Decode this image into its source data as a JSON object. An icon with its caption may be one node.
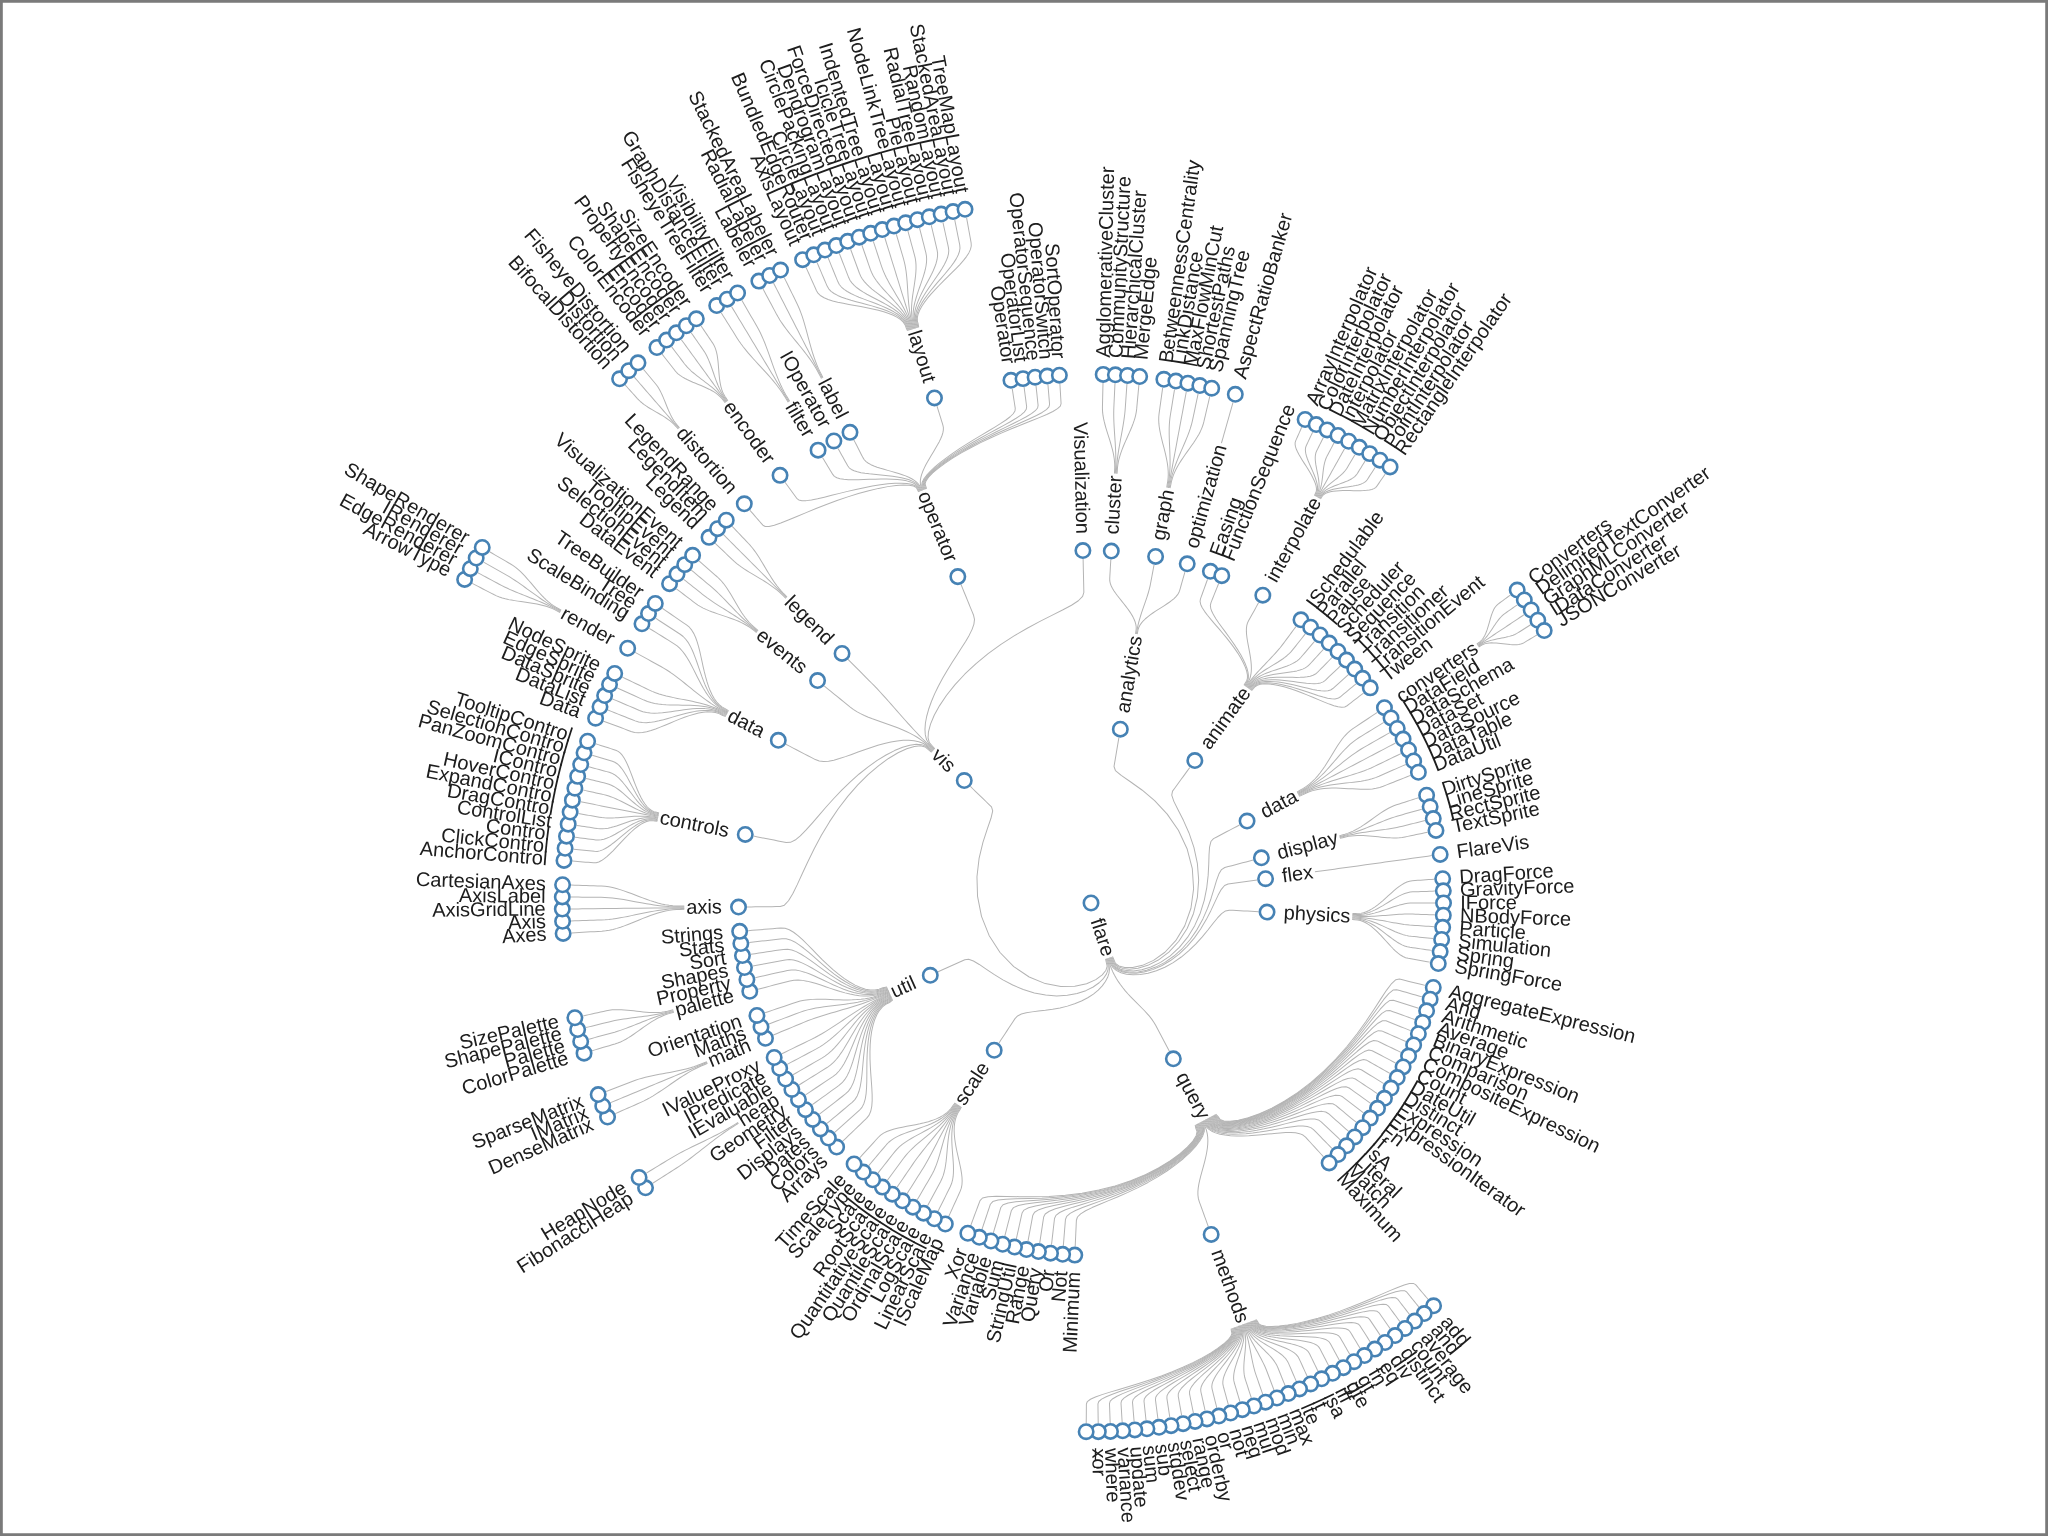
{
  "diagram": {
    "nodes": [
      {
        "text": [
          "flare"
        ]
      },
      {
        "text": [
          "analytics"
        ]
      },
      {
        "text": [
          "cluster"
        ]
      },
      {
        "text": [
          "AgglomerativeCluster"
        ]
      },
      {
        "text": [
          "CommunityStructure"
        ]
      },
      {
        "text": [
          "HierarchicalCluster"
        ]
      },
      {
        "text": [
          "MergeEdge"
        ]
      },
      {
        "text": [
          "graph"
        ]
      },
      {
        "text": [
          "BetweennessCentrality"
        ]
      },
      {
        "text": [
          "LinkDistance"
        ]
      },
      {
        "text": [
          "MaxFlowMinCut"
        ]
      },
      {
        "text": [
          "ShortestPaths"
        ]
      },
      {
        "text": [
          "SpanningTree"
        ]
      },
      {
        "text": [
          "optimization"
        ]
      },
      {
        "text": [
          "AspectRatioBanker"
        ]
      },
      {
        "text": [
          "animate"
        ]
      },
      {
        "text": [
          "Easing"
        ]
      },
      {
        "text": [
          "FunctionSequence"
        ]
      },
      {
        "text": [
          "interpolate"
        ]
      },
      {
        "text": [
          "ArrayInterpolator"
        ]
      },
      {
        "text": [
          "ColorInterpolator"
        ]
      },
      {
        "text": [
          "DateInterpolator"
        ]
      },
      {
        "text": [
          "Interpolator"
        ]
      },
      {
        "text": [
          "MatrixInterpolator"
        ]
      },
      {
        "text": [
          "NumberInterpolator"
        ]
      },
      {
        "text": [
          "ObjectInterpolator"
        ]
      },
      {
        "text": [
          "PointInterpolator"
        ]
      },
      {
        "text": [
          "RectangleInterpolator"
        ]
      },
      {
        "text": [
          "ISchedulable"
        ]
      },
      {
        "text": [
          "Parallel"
        ]
      },
      {
        "text": [
          "Pause"
        ]
      },
      {
        "text": [
          "Scheduler"
        ]
      },
      {
        "text": [
          "Sequence"
        ]
      },
      {
        "text": [
          "Transition"
        ]
      },
      {
        "text": [
          "Transitioner"
        ]
      },
      {
        "text": [
          "TransitionEvent"
        ]
      },
      {
        "text": [
          "Tween"
        ]
      },
      {
        "text": [
          "data"
        ]
      },
      {
        "text": [
          "converters"
        ]
      },
      {
        "text": [
          "Converters"
        ]
      },
      {
        "text": [
          "DelimitedTextConverter"
        ]
      },
      {
        "text": [
          "GraphMLConverter"
        ]
      },
      {
        "text": [
          "IDataConverter"
        ]
      },
      {
        "text": [
          "JSONConverter"
        ]
      },
      {
        "text": [
          "DataField"
        ]
      },
      {
        "text": [
          "DataSchema"
        ]
      },
      {
        "text": [
          "DataSet"
        ]
      },
      {
        "text": [
          "DataSource"
        ]
      },
      {
        "text": [
          "DataTable"
        ]
      },
      {
        "text": [
          "DataUtil"
        ]
      },
      {
        "text": [
          "display"
        ]
      },
      {
        "text": [
          "DirtySprite"
        ]
      },
      {
        "text": [
          "LineSprite"
        ]
      },
      {
        "text": [
          "RectSprite"
        ]
      },
      {
        "text": [
          "TextSprite"
        ]
      },
      {
        "text": [
          "flex"
        ]
      },
      {
        "text": [
          "FlareVis"
        ]
      },
      {
        "text": [
          "physics"
        ]
      },
      {
        "text": [
          "DragForce"
        ]
      },
      {
        "text": [
          "GravityForce"
        ]
      },
      {
        "text": [
          "IForce"
        ]
      },
      {
        "text": [
          "NBodyForce"
        ]
      },
      {
        "text": [
          "Particle"
        ]
      },
      {
        "text": [
          "Simulation"
        ]
      },
      {
        "text": [
          "Spring"
        ]
      },
      {
        "text": [
          "SpringForce"
        ]
      },
      {
        "text": [
          "query"
        ]
      },
      {
        "text": [
          "AggregateExpression"
        ]
      },
      {
        "text": [
          "And"
        ]
      },
      {
        "text": [
          "Arithmetic"
        ]
      },
      {
        "text": [
          "Average"
        ]
      },
      {
        "text": [
          "BinaryExpression"
        ]
      },
      {
        "text": [
          "Comparison"
        ]
      },
      {
        "text": [
          "CompositeExpression"
        ]
      },
      {
        "text": [
          "Count"
        ]
      },
      {
        "text": [
          "DateUtil"
        ]
      },
      {
        "text": [
          "Distinct"
        ]
      },
      {
        "text": [
          "Expression"
        ]
      },
      {
        "text": [
          "ExpressionIterator"
        ]
      },
      {
        "text": [
          "Fn"
        ]
      },
      {
        "text": [
          "If"
        ]
      },
      {
        "text": [
          "IsA"
        ]
      },
      {
        "text": [
          "Literal"
        ]
      },
      {
        "text": [
          "Match"
        ]
      },
      {
        "text": [
          "Maximum"
        ]
      },
      {
        "text": [
          "methods"
        ]
      },
      {
        "text": [
          "add"
        ]
      },
      {
        "text": [
          "and"
        ]
      },
      {
        "text": [
          "average"
        ]
      },
      {
        "text": [
          "count"
        ]
      },
      {
        "text": [
          "distinct"
        ]
      },
      {
        "text": [
          "div"
        ]
      },
      {
        "text": [
          "eq"
        ]
      },
      {
        "text": [
          "fn"
        ]
      },
      {
        "text": [
          "gt"
        ]
      },
      {
        "text": [
          "gte"
        ]
      },
      {
        "text": [
          "iff"
        ]
      },
      {
        "text": [
          "isa"
        ]
      },
      {
        "text": [
          "lt"
        ]
      },
      {
        "text": [
          "lte"
        ]
      },
      {
        "text": [
          "max"
        ]
      },
      {
        "text": [
          "min"
        ]
      },
      {
        "text": [
          "mod"
        ]
      },
      {
        "text": [
          "mul"
        ]
      },
      {
        "text": [
          "neq"
        ]
      },
      {
        "text": [
          "not"
        ]
      },
      {
        "text": [
          "or"
        ]
      },
      {
        "text": [
          "orderby"
        ]
      },
      {
        "text": [
          "range"
        ]
      },
      {
        "text": [
          "select"
        ]
      },
      {
        "text": [
          "stddev"
        ]
      },
      {
        "text": [
          "sub"
        ]
      },
      {
        "text": [
          "sum"
        ]
      },
      {
        "text": [
          "update"
        ]
      },
      {
        "text": [
          "variance"
        ]
      },
      {
        "text": [
          "where"
        ]
      },
      {
        "text": [
          "xor"
        ]
      },
      {
        "text": [
          "_"
        ]
      },
      {
        "text": [
          "Minimum"
        ]
      },
      {
        "text": [
          "Not"
        ]
      },
      {
        "text": [
          "Or"
        ]
      },
      {
        "text": [
          "Query"
        ]
      },
      {
        "text": [
          "Range"
        ]
      },
      {
        "text": [
          "StringUtil"
        ]
      },
      {
        "text": [
          "Sum"
        ]
      },
      {
        "text": [
          "Variable"
        ]
      },
      {
        "text": [
          "Variance"
        ]
      },
      {
        "text": [
          "Xor"
        ]
      },
      {
        "text": [
          "scale"
        ]
      },
      {
        "text": [
          "IScaleMap"
        ]
      },
      {
        "text": [
          "LinearScale"
        ]
      },
      {
        "text": [
          "LogScale"
        ]
      },
      {
        "text": [
          "OrdinalScale"
        ]
      },
      {
        "text": [
          "QuantileScale"
        ]
      },
      {
        "text": [
          "QuantitativeScale"
        ]
      },
      {
        "text": [
          "RootScale"
        ]
      },
      {
        "text": [
          "Scale"
        ]
      },
      {
        "text": [
          "ScaleType"
        ]
      },
      {
        "text": [
          "TimeScale"
        ]
      },
      {
        "text": [
          "util"
        ]
      },
      {
        "text": [
          "Arrays"
        ]
      },
      {
        "text": [
          "Colors"
        ]
      },
      {
        "text": [
          "Dates"
        ]
      },
      {
        "text": [
          "Displays"
        ]
      },
      {
        "text": [
          "Filter"
        ]
      },
      {
        "text": [
          "Geometry"
        ]
      },
      {
        "text": [
          "heap"
        ]
      },
      {
        "text": [
          "FibonacciHeap"
        ]
      },
      {
        "text": [
          "HeapNode"
        ]
      },
      {
        "text": [
          "IEvaluable"
        ]
      },
      {
        "text": [
          "IPredicate"
        ]
      },
      {
        "text": [
          "IValueProxy"
        ]
      },
      {
        "text": [
          "math"
        ]
      },
      {
        "text": [
          "DenseMatrix"
        ]
      },
      {
        "text": [
          "IMatrix"
        ]
      },
      {
        "text": [
          "SparseMatrix"
        ]
      },
      {
        "text": [
          "Maths"
        ]
      },
      {
        "text": [
          "Orientation"
        ]
      },
      {
        "text": [
          "palette"
        ]
      },
      {
        "text": [
          "ColorPalette"
        ]
      },
      {
        "text": [
          "Palette"
        ]
      },
      {
        "text": [
          "ShapePalette"
        ]
      },
      {
        "text": [
          "SizePalette"
        ]
      },
      {
        "text": [
          "Property"
        ]
      },
      {
        "text": [
          "Shapes"
        ]
      },
      {
        "text": [
          "Sort"
        ]
      },
      {
        "text": [
          "Stats"
        ]
      },
      {
        "text": [
          "Strings"
        ]
      },
      {
        "text": [
          "vis"
        ]
      },
      {
        "text": [
          "axis"
        ]
      },
      {
        "text": [
          "Axes"
        ]
      },
      {
        "text": [
          "Axis"
        ]
      },
      {
        "text": [
          "AxisGridLine"
        ]
      },
      {
        "text": [
          "AxisLabel"
        ]
      },
      {
        "text": [
          "CartesianAxes"
        ]
      },
      {
        "text": [
          "controls"
        ]
      },
      {
        "text": [
          "AnchorControl"
        ]
      },
      {
        "text": [
          "ClickControl"
        ]
      },
      {
        "text": [
          "Control"
        ]
      },
      {
        "text": [
          "ControlList"
        ]
      },
      {
        "text": [
          "DragControl"
        ]
      },
      {
        "text": [
          "ExpandControl"
        ]
      },
      {
        "text": [
          "HoverControl"
        ]
      },
      {
        "text": [
          "IControl"
        ]
      },
      {
        "text": [
          "PanZoomControl"
        ]
      },
      {
        "text": [
          "SelectionControl"
        ]
      },
      {
        "text": [
          "TooltipControl"
        ]
      },
      {
        "text": [
          "data"
        ]
      },
      {
        "text": [
          "Data"
        ]
      },
      {
        "text": [
          "DataList"
        ]
      },
      {
        "text": [
          "DataSprite"
        ]
      },
      {
        "text": [
          "EdgeSprite"
        ]
      },
      {
        "text": [
          "NodeSprite"
        ]
      },
      {
        "text": [
          "render"
        ]
      },
      {
        "text": [
          "ArrowType"
        ]
      },
      {
        "text": [
          "EdgeRenderer"
        ]
      },
      {
        "text": [
          "IRenderer"
        ]
      },
      {
        "text": [
          "ShapeRenderer"
        ]
      },
      {
        "text": [
          "ScaleBinding"
        ]
      },
      {
        "text": [
          "Tree"
        ]
      },
      {
        "text": [
          "TreeBuilder"
        ]
      },
      {
        "text": [
          "events"
        ]
      },
      {
        "text": [
          "DataEvent"
        ]
      },
      {
        "text": [
          "SelectionEvent"
        ]
      },
      {
        "text": [
          "TooltipEvent"
        ]
      },
      {
        "text": [
          "VisualizationEvent"
        ]
      },
      {
        "text": [
          "legend"
        ]
      },
      {
        "text": [
          "Legend"
        ]
      },
      {
        "text": [
          "LegendItem"
        ]
      },
      {
        "text": [
          "LegendRange"
        ]
      },
      {
        "text": [
          "operator"
        ]
      },
      {
        "text": [
          "distortion"
        ]
      },
      {
        "text": [
          "BifocalDistortion"
        ]
      },
      {
        "text": [
          "Distortion"
        ]
      },
      {
        "text": [
          "FisheyeDistortion"
        ]
      },
      {
        "text": [
          "encoder"
        ]
      },
      {
        "text": [
          "ColorEncoder"
        ]
      },
      {
        "text": [
          "Encoder"
        ]
      },
      {
        "text": [
          "PropertyEncoder"
        ]
      },
      {
        "text": [
          "ShapeEncoder"
        ]
      },
      {
        "text": [
          "SizeEncoder"
        ]
      },
      {
        "text": [
          "filter"
        ]
      },
      {
        "text": [
          "FisheyeTreeFilter"
        ]
      },
      {
        "text": [
          "GraphDistanceFilter"
        ]
      },
      {
        "text": [
          "VisibilityFilter"
        ]
      },
      {
        "text": [
          "IOperator"
        ]
      },
      {
        "text": [
          "label"
        ]
      },
      {
        "text": [
          "Labeler"
        ]
      },
      {
        "text": [
          "RadialLabeler"
        ]
      },
      {
        "text": [
          "StackedAreaLabeler"
        ]
      },
      {
        "text": [
          "layout"
        ]
      },
      {
        "text": [
          "AxisLayout"
        ]
      },
      {
        "text": [
          "BundledEdgeRouter"
        ]
      },
      {
        "text": [
          "CircleLayout"
        ]
      },
      {
        "text": [
          "CirclePackingLayout"
        ]
      },
      {
        "text": [
          "DendrogramLayout"
        ]
      },
      {
        "text": [
          "ForceDirectedLayout"
        ]
      },
      {
        "text": [
          "IcicleTreeLayout"
        ]
      },
      {
        "text": [
          "IndentedTreeLayout"
        ]
      },
      {
        "text": [
          "Layout"
        ]
      },
      {
        "text": [
          "NodeLinkTreeLayout"
        ]
      },
      {
        "text": [
          "PieLayout"
        ]
      },
      {
        "text": [
          "RadialTreeLayout"
        ]
      },
      {
        "text": [
          "RandomLayout"
        ]
      },
      {
        "text": [
          "StackedAreaLayout"
        ]
      },
      {
        "text": [
          "TreeMapLayout"
        ]
      },
      {
        "text": [
          "Operator"
        ]
      },
      {
        "text": [
          "OperatorList"
        ]
      },
      {
        "text": [
          "OperatorSequence"
        ]
      },
      {
        "text": [
          "OperatorSwitch"
        ]
      },
      {
        "text": [
          "SortOperator"
        ]
      },
      {
        "text": [
          "Visualization"
        ]
      }
    ],
    "edges": [
      {
        "from": 0,
        "to": 1,
        "arrow": "none"
      },
      {
        "from": 1,
        "to": 2,
        "arrow": "none"
      },
      {
        "from": 2,
        "to": 3,
        "arrow": "none"
      },
      {
        "from": 2,
        "to": 4,
        "arrow": "none"
      },
      {
        "from": 2,
        "to": 5,
        "arrow": "none"
      },
      {
        "from": 2,
        "to": 6,
        "arrow": "none"
      },
      {
        "from": 1,
        "to": 7,
        "arrow": "none"
      },
      {
        "from": 7,
        "to": 8,
        "arrow": "none"
      },
      {
        "from": 7,
        "to": 9,
        "arrow": "none"
      },
      {
        "from": 7,
        "to": 10,
        "arrow": "none"
      },
      {
        "from": 7,
        "to": 11,
        "arrow": "none"
      },
      {
        "from": 7,
        "to": 12,
        "arrow": "none"
      },
      {
        "from": 1,
        "to": 13,
        "arrow": "none"
      },
      {
        "from": 13,
        "to": 14,
        "arrow": "none"
      },
      {
        "from": 0,
        "to": 15,
        "arrow": "none"
      },
      {
        "from": 15,
        "to": 16,
        "arrow": "none"
      },
      {
        "from": 15,
        "to": 17,
        "arrow": "none"
      },
      {
        "from": 15,
        "to": 18,
        "arrow": "none"
      },
      {
        "from": 18,
        "to": 19,
        "arrow": "none"
      },
      {
        "from": 18,
        "to": 20,
        "arrow": "none"
      },
      {
        "from": 18,
        "to": 21,
        "arrow": "none"
      },
      {
        "from": 18,
        "to": 22,
        "arrow": "none"
      },
      {
        "from": 18,
        "to": 23,
        "arrow": "none"
      },
      {
        "from": 18,
        "to": 24,
        "arrow": "none"
      },
      {
        "from": 18,
        "to": 25,
        "arrow": "none"
      },
      {
        "from": 18,
        "to": 26,
        "arrow": "none"
      },
      {
        "from": 18,
        "to": 27,
        "arrow": "none"
      },
      {
        "from": 15,
        "to": 28,
        "arrow": "none"
      },
      {
        "from": 15,
        "to": 29,
        "arrow": "none"
      },
      {
        "from": 15,
        "to": 30,
        "arrow": "none"
      },
      {
        "from": 15,
        "to": 31,
        "arrow": "none"
      },
      {
        "from": 15,
        "to": 32,
        "arrow": "none"
      },
      {
        "from": 15,
        "to": 33,
        "arrow": "none"
      },
      {
        "from": 15,
        "to": 34,
        "arrow": "none"
      },
      {
        "from": 15,
        "to": 35,
        "arrow": "none"
      },
      {
        "from": 15,
        "to": 36,
        "arrow": "none"
      },
      {
        "from": 0,
        "to": 37,
        "arrow": "none"
      },
      {
        "from": 37,
        "to": 38,
        "arrow": "none"
      },
      {
        "from": 38,
        "to": 39,
        "arrow": "none"
      },
      {
        "from": 38,
        "to": 40,
        "arrow": "none"
      },
      {
        "from": 38,
        "to": 41,
        "arrow": "none"
      },
      {
        "from": 38,
        "to": 42,
        "arrow": "none"
      },
      {
        "from": 38,
        "to": 43,
        "arrow": "none"
      },
      {
        "from": 37,
        "to": 44,
        "arrow": "none"
      },
      {
        "from": 37,
        "to": 45,
        "arrow": "none"
      },
      {
        "from": 37,
        "to": 46,
        "arrow": "none"
      },
      {
        "from": 37,
        "to": 47,
        "arrow": "none"
      },
      {
        "from": 37,
        "to": 48,
        "arrow": "none"
      },
      {
        "from": 37,
        "to": 49,
        "arrow": "none"
      },
      {
        "from": 0,
        "to": 50,
        "arrow": "none"
      },
      {
        "from": 50,
        "to": 51,
        "arrow": "none"
      },
      {
        "from": 50,
        "to": 52,
        "arrow": "none"
      },
      {
        "from": 50,
        "to": 53,
        "arrow": "none"
      },
      {
        "from": 50,
        "to": 54,
        "arrow": "none"
      },
      {
        "from": 0,
        "to": 55,
        "arrow": "none"
      },
      {
        "from": 55,
        "to": 56,
        "arrow": "none"
      },
      {
        "from": 0,
        "to": 57,
        "arrow": "none"
      },
      {
        "from": 57,
        "to": 58,
        "arrow": "none"
      },
      {
        "from": 57,
        "to": 59,
        "arrow": "none"
      },
      {
        "from": 57,
        "to": 60,
        "arrow": "none"
      },
      {
        "from": 57,
        "to": 61,
        "arrow": "none"
      },
      {
        "from": 57,
        "to": 62,
        "arrow": "none"
      },
      {
        "from": 57,
        "to": 63,
        "arrow": "none"
      },
      {
        "from": 57,
        "to": 64,
        "arrow": "none"
      },
      {
        "from": 57,
        "to": 65,
        "arrow": "none"
      },
      {
        "from": 0,
        "to": 66,
        "arrow": "none"
      },
      {
        "from": 66,
        "to": 67,
        "arrow": "none"
      },
      {
        "from": 66,
        "to": 68,
        "arrow": "none"
      },
      {
        "from": 66,
        "to": 69,
        "arrow": "none"
      },
      {
        "from": 66,
        "to": 70,
        "arrow": "none"
      },
      {
        "from": 66,
        "to": 71,
        "arrow": "none"
      },
      {
        "from": 66,
        "to": 72,
        "arrow": "none"
      },
      {
        "from": 66,
        "to": 73,
        "arrow": "none"
      },
      {
        "from": 66,
        "to": 74,
        "arrow": "none"
      },
      {
        "from": 66,
        "to": 75,
        "arrow": "none"
      },
      {
        "from": 66,
        "to": 76,
        "arrow": "none"
      },
      {
        "from": 66,
        "to": 77,
        "arrow": "none"
      },
      {
        "from": 66,
        "to": 78,
        "arrow": "none"
      },
      {
        "from": 66,
        "to": 79,
        "arrow": "none"
      },
      {
        "from": 66,
        "to": 80,
        "arrow": "none"
      },
      {
        "from": 66,
        "to": 81,
        "arrow": "none"
      },
      {
        "from": 66,
        "to": 82,
        "arrow": "none"
      },
      {
        "from": 66,
        "to": 83,
        "arrow": "none"
      },
      {
        "from": 66,
        "to": 84,
        "arrow": "none"
      },
      {
        "from": 66,
        "to": 85,
        "arrow": "none"
      },
      {
        "from": 85,
        "to": 86,
        "arrow": "none"
      },
      {
        "from": 85,
        "to": 87,
        "arrow": "none"
      },
      {
        "from": 85,
        "to": 88,
        "arrow": "none"
      },
      {
        "from": 85,
        "to": 89,
        "arrow": "none"
      },
      {
        "from": 85,
        "to": 90,
        "arrow": "none"
      },
      {
        "from": 85,
        "to": 91,
        "arrow": "none"
      },
      {
        "from": 85,
        "to": 92,
        "arrow": "none"
      },
      {
        "from": 85,
        "to": 93,
        "arrow": "none"
      },
      {
        "from": 85,
        "to": 94,
        "arrow": "none"
      },
      {
        "from": 85,
        "to": 95,
        "arrow": "none"
      },
      {
        "from": 85,
        "to": 96,
        "arrow": "none"
      },
      {
        "from": 85,
        "to": 97,
        "arrow": "none"
      },
      {
        "from": 85,
        "to": 98,
        "arrow": "none"
      },
      {
        "from": 85,
        "to": 99,
        "arrow": "none"
      },
      {
        "from": 85,
        "to": 100,
        "arrow": "none"
      },
      {
        "from": 85,
        "to": 101,
        "arrow": "none"
      },
      {
        "from": 85,
        "to": 102,
        "arrow": "none"
      },
      {
        "from": 85,
        "to": 103,
        "arrow": "none"
      },
      {
        "from": 85,
        "to": 104,
        "arrow": "none"
      },
      {
        "from": 85,
        "to": 105,
        "arrow": "none"
      },
      {
        "from": 85,
        "to": 106,
        "arrow": "none"
      },
      {
        "from": 85,
        "to": 107,
        "arrow": "none"
      },
      {
        "from": 85,
        "to": 108,
        "arrow": "none"
      },
      {
        "from": 85,
        "to": 109,
        "arrow": "none"
      },
      {
        "from": 85,
        "to": 110,
        "arrow": "none"
      },
      {
        "from": 85,
        "to": 111,
        "arrow": "none"
      },
      {
        "from": 85,
        "to": 112,
        "arrow": "none"
      },
      {
        "from": 85,
        "to": 113,
        "arrow": "none"
      },
      {
        "from": 85,
        "to": 114,
        "arrow": "none"
      },
      {
        "from": 85,
        "to": 115,
        "arrow": "none"
      },
      {
        "from": 85,
        "to": 116,
        "arrow": "none"
      },
      {
        "from": 85,
        "to": 117,
        "arrow": "none"
      },
      {
        "from": 66,
        "to": 118,
        "arrow": "none"
      },
      {
        "from": 66,
        "to": 119,
        "arrow": "none"
      },
      {
        "from": 66,
        "to": 120,
        "arrow": "none"
      },
      {
        "from": 66,
        "to": 121,
        "arrow": "none"
      },
      {
        "from": 66,
        "to": 122,
        "arrow": "none"
      },
      {
        "from": 66,
        "to": 123,
        "arrow": "none"
      },
      {
        "from": 66,
        "to": 124,
        "arrow": "none"
      },
      {
        "from": 66,
        "to": 125,
        "arrow": "none"
      },
      {
        "from": 66,
        "to": 126,
        "arrow": "none"
      },
      {
        "from": 66,
        "to": 127,
        "arrow": "none"
      },
      {
        "from": 0,
        "to": 128,
        "arrow": "none"
      },
      {
        "from": 128,
        "to": 129,
        "arrow": "none"
      },
      {
        "from": 128,
        "to": 130,
        "arrow": "none"
      },
      {
        "from": 128,
        "to": 131,
        "arrow": "none"
      },
      {
        "from": 128,
        "to": 132,
        "arrow": "none"
      },
      {
        "from": 128,
        "to": 133,
        "arrow": "none"
      },
      {
        "from": 128,
        "to": 134,
        "arrow": "none"
      },
      {
        "from": 128,
        "to": 135,
        "arrow": "none"
      },
      {
        "from": 128,
        "to": 136,
        "arrow": "none"
      },
      {
        "from": 128,
        "to": 137,
        "arrow": "none"
      },
      {
        "from": 128,
        "to": 138,
        "arrow": "none"
      },
      {
        "from": 0,
        "to": 139,
        "arrow": "none"
      },
      {
        "from": 139,
        "to": 140,
        "arrow": "none"
      },
      {
        "from": 139,
        "to": 141,
        "arrow": "none"
      },
      {
        "from": 139,
        "to": 142,
        "arrow": "none"
      },
      {
        "from": 139,
        "to": 143,
        "arrow": "none"
      },
      {
        "from": 139,
        "to": 144,
        "arrow": "none"
      },
      {
        "from": 139,
        "to": 145,
        "arrow": "none"
      },
      {
        "from": 139,
        "to": 146,
        "arrow": "none"
      },
      {
        "from": 146,
        "to": 147,
        "arrow": "none"
      },
      {
        "from": 146,
        "to": 148,
        "arrow": "none"
      },
      {
        "from": 139,
        "to": 149,
        "arrow": "none"
      },
      {
        "from": 139,
        "to": 150,
        "arrow": "none"
      },
      {
        "from": 139,
        "to": 151,
        "arrow": "none"
      },
      {
        "from": 139,
        "to": 152,
        "arrow": "none"
      },
      {
        "from": 152,
        "to": 153,
        "arrow": "none"
      },
      {
        "from": 152,
        "to": 154,
        "arrow": "none"
      },
      {
        "from": 152,
        "to": 155,
        "arrow": "none"
      },
      {
        "from": 139,
        "to": 156,
        "arrow": "none"
      },
      {
        "from": 139,
        "to": 157,
        "arrow": "none"
      },
      {
        "from": 139,
        "to": 158,
        "arrow": "none"
      },
      {
        "from": 158,
        "to": 159,
        "arrow": "none"
      },
      {
        "from": 158,
        "to": 160,
        "arrow": "none"
      },
      {
        "from": 158,
        "to": 161,
        "arrow": "none"
      },
      {
        "from": 158,
        "to": 162,
        "arrow": "none"
      },
      {
        "from": 139,
        "to": 163,
        "arrow": "none"
      },
      {
        "from": 139,
        "to": 164,
        "arrow": "none"
      },
      {
        "from": 139,
        "to": 165,
        "arrow": "none"
      },
      {
        "from": 139,
        "to": 166,
        "arrow": "none"
      },
      {
        "from": 139,
        "to": 167,
        "arrow": "none"
      },
      {
        "from": 0,
        "to": 168,
        "arrow": "none"
      },
      {
        "from": 168,
        "to": 169,
        "arrow": "none"
      },
      {
        "from": 169,
        "to": 170,
        "arrow": "none"
      },
      {
        "from": 169,
        "to": 171,
        "arrow": "none"
      },
      {
        "from": 169,
        "to": 172,
        "arrow": "none"
      },
      {
        "from": 169,
        "to": 173,
        "arrow": "none"
      },
      {
        "from": 169,
        "to": 174,
        "arrow": "none"
      },
      {
        "from": 168,
        "to": 175,
        "arrow": "none"
      },
      {
        "from": 175,
        "to": 176,
        "arrow": "none"
      },
      {
        "from": 175,
        "to": 177,
        "arrow": "none"
      },
      {
        "from": 175,
        "to": 178,
        "arrow": "none"
      },
      {
        "from": 175,
        "to": 179,
        "arrow": "none"
      },
      {
        "from": 175,
        "to": 180,
        "arrow": "none"
      },
      {
        "from": 175,
        "to": 181,
        "arrow": "none"
      },
      {
        "from": 175,
        "to": 182,
        "arrow": "none"
      },
      {
        "from": 175,
        "to": 183,
        "arrow": "none"
      },
      {
        "from": 175,
        "to": 184,
        "arrow": "none"
      },
      {
        "from": 175,
        "to": 185,
        "arrow": "none"
      },
      {
        "from": 175,
        "to": 186,
        "arrow": "none"
      },
      {
        "from": 168,
        "to": 187,
        "arrow": "none"
      },
      {
        "from": 187,
        "to": 188,
        "arrow": "none"
      },
      {
        "from": 187,
        "to": 189,
        "arrow": "none"
      },
      {
        "from": 187,
        "to": 190,
        "arrow": "none"
      },
      {
        "from": 187,
        "to": 191,
        "arrow": "none"
      },
      {
        "from": 187,
        "to": 192,
        "arrow": "none"
      },
      {
        "from": 187,
        "to": 193,
        "arrow": "none"
      },
      {
        "from": 193,
        "to": 194,
        "arrow": "none"
      },
      {
        "from": 193,
        "to": 195,
        "arrow": "none"
      },
      {
        "from": 193,
        "to": 196,
        "arrow": "none"
      },
      {
        "from": 193,
        "to": 197,
        "arrow": "none"
      },
      {
        "from": 187,
        "to": 198,
        "arrow": "none"
      },
      {
        "from": 187,
        "to": 199,
        "arrow": "none"
      },
      {
        "from": 187,
        "to": 200,
        "arrow": "none"
      },
      {
        "from": 168,
        "to": 201,
        "arrow": "none"
      },
      {
        "from": 201,
        "to": 202,
        "arrow": "none"
      },
      {
        "from": 201,
        "to": 203,
        "arrow": "none"
      },
      {
        "from": 201,
        "to": 204,
        "arrow": "none"
      },
      {
        "from": 201,
        "to": 205,
        "arrow": "none"
      },
      {
        "from": 168,
        "to": 206,
        "arrow": "none"
      },
      {
        "from": 206,
        "to": 207,
        "arrow": "none"
      },
      {
        "from": 206,
        "to": 208,
        "arrow": "none"
      },
      {
        "from": 206,
        "to": 209,
        "arrow": "none"
      },
      {
        "from": 168,
        "to": 210,
        "arrow": "none"
      },
      {
        "from": 210,
        "to": 211,
        "arrow": "none"
      },
      {
        "from": 211,
        "to": 212,
        "arrow": "none"
      },
      {
        "from": 211,
        "to": 213,
        "arrow": "none"
      },
      {
        "from": 211,
        "to": 214,
        "arrow": "none"
      },
      {
        "from": 210,
        "to": 215,
        "arrow": "none"
      },
      {
        "from": 215,
        "to": 216,
        "arrow": "none"
      },
      {
        "from": 215,
        "to": 217,
        "arrow": "none"
      },
      {
        "from": 215,
        "to": 218,
        "arrow": "none"
      },
      {
        "from": 215,
        "to": 219,
        "arrow": "none"
      },
      {
        "from": 215,
        "to": 220,
        "arrow": "none"
      },
      {
        "from": 210,
        "to": 221,
        "arrow": "none"
      },
      {
        "from": 221,
        "to": 222,
        "arrow": "none"
      },
      {
        "from": 221,
        "to": 223,
        "arrow": "none"
      },
      {
        "from": 221,
        "to": 224,
        "arrow": "none"
      },
      {
        "from": 210,
        "to": 225,
        "arrow": "none"
      },
      {
        "from": 210,
        "to": 226,
        "arrow": "none"
      },
      {
        "from": 226,
        "to": 227,
        "arrow": "none"
      },
      {
        "from": 226,
        "to": 228,
        "arrow": "none"
      },
      {
        "from": 226,
        "to": 229,
        "arrow": "none"
      },
      {
        "from": 210,
        "to": 230,
        "arrow": "none"
      },
      {
        "from": 230,
        "to": 231,
        "arrow": "none"
      },
      {
        "from": 230,
        "to": 232,
        "arrow": "none"
      },
      {
        "from": 230,
        "to": 233,
        "arrow": "none"
      },
      {
        "from": 230,
        "to": 234,
        "arrow": "none"
      },
      {
        "from": 230,
        "to": 235,
        "arrow": "none"
      },
      {
        "from": 230,
        "to": 236,
        "arrow": "none"
      },
      {
        "from": 230,
        "to": 237,
        "arrow": "none"
      },
      {
        "from": 230,
        "to": 238,
        "arrow": "none"
      },
      {
        "from": 230,
        "to": 239,
        "arrow": "none"
      },
      {
        "from": 230,
        "to": 240,
        "arrow": "none"
      },
      {
        "from": 230,
        "to": 241,
        "arrow": "none"
      },
      {
        "from": 230,
        "to": 242,
        "arrow": "none"
      },
      {
        "from": 230,
        "to": 243,
        "arrow": "none"
      },
      {
        "from": 230,
        "to": 244,
        "arrow": "none"
      },
      {
        "from": 230,
        "to": 245,
        "arrow": "none"
      },
      {
        "from": 210,
        "to": 246,
        "arrow": "none"
      },
      {
        "from": 210,
        "to": 247,
        "arrow": "none"
      },
      {
        "from": 210,
        "to": 248,
        "arrow": "none"
      },
      {
        "from": 210,
        "to": 249,
        "arrow": "none"
      },
      {
        "from": 210,
        "to": 250,
        "arrow": "none"
      },
      {
        "from": 168,
        "to": 251,
        "arrow": "none"
      }
    ]
  }
}
